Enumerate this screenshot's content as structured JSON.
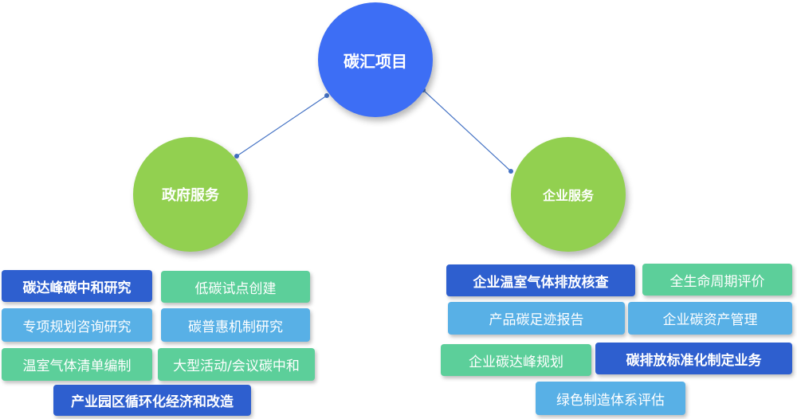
{
  "colors": {
    "root_node": "#3d6ef5",
    "branch_node": "#92d050",
    "link_line": "#4472c4",
    "tag_dark": "#2e5fcf",
    "tag_green": "#5ccf9a",
    "tag_light": "#58b0e6"
  },
  "root": {
    "label": "碳汇项目"
  },
  "branches": {
    "gov": {
      "label": "政府服务",
      "items": [
        {
          "label": "碳达峰碳中和研究",
          "style": "dark"
        },
        {
          "label": "低碳试点创建",
          "style": "green"
        },
        {
          "label": "专项规划咨询研究",
          "style": "light"
        },
        {
          "label": "碳普惠机制研究",
          "style": "light"
        },
        {
          "label": "温室气体清单编制",
          "style": "green"
        },
        {
          "label": "大型活动/会议碳中和",
          "style": "green"
        },
        {
          "label": "产业园区循环化经济和改造",
          "style": "dark"
        }
      ]
    },
    "ent": {
      "label": "企业服务",
      "items": [
        {
          "label": "企业温室气体排放核查",
          "style": "dark"
        },
        {
          "label": "全生命周期评价",
          "style": "green"
        },
        {
          "label": "产品碳足迹报告",
          "style": "light"
        },
        {
          "label": "企业碳资产管理",
          "style": "light"
        },
        {
          "label": "企业碳达峰规划",
          "style": "green"
        },
        {
          "label": "碳排放标准化制定业务",
          "style": "dark"
        },
        {
          "label": "绿色制造体系评估",
          "style": "light"
        }
      ]
    }
  }
}
